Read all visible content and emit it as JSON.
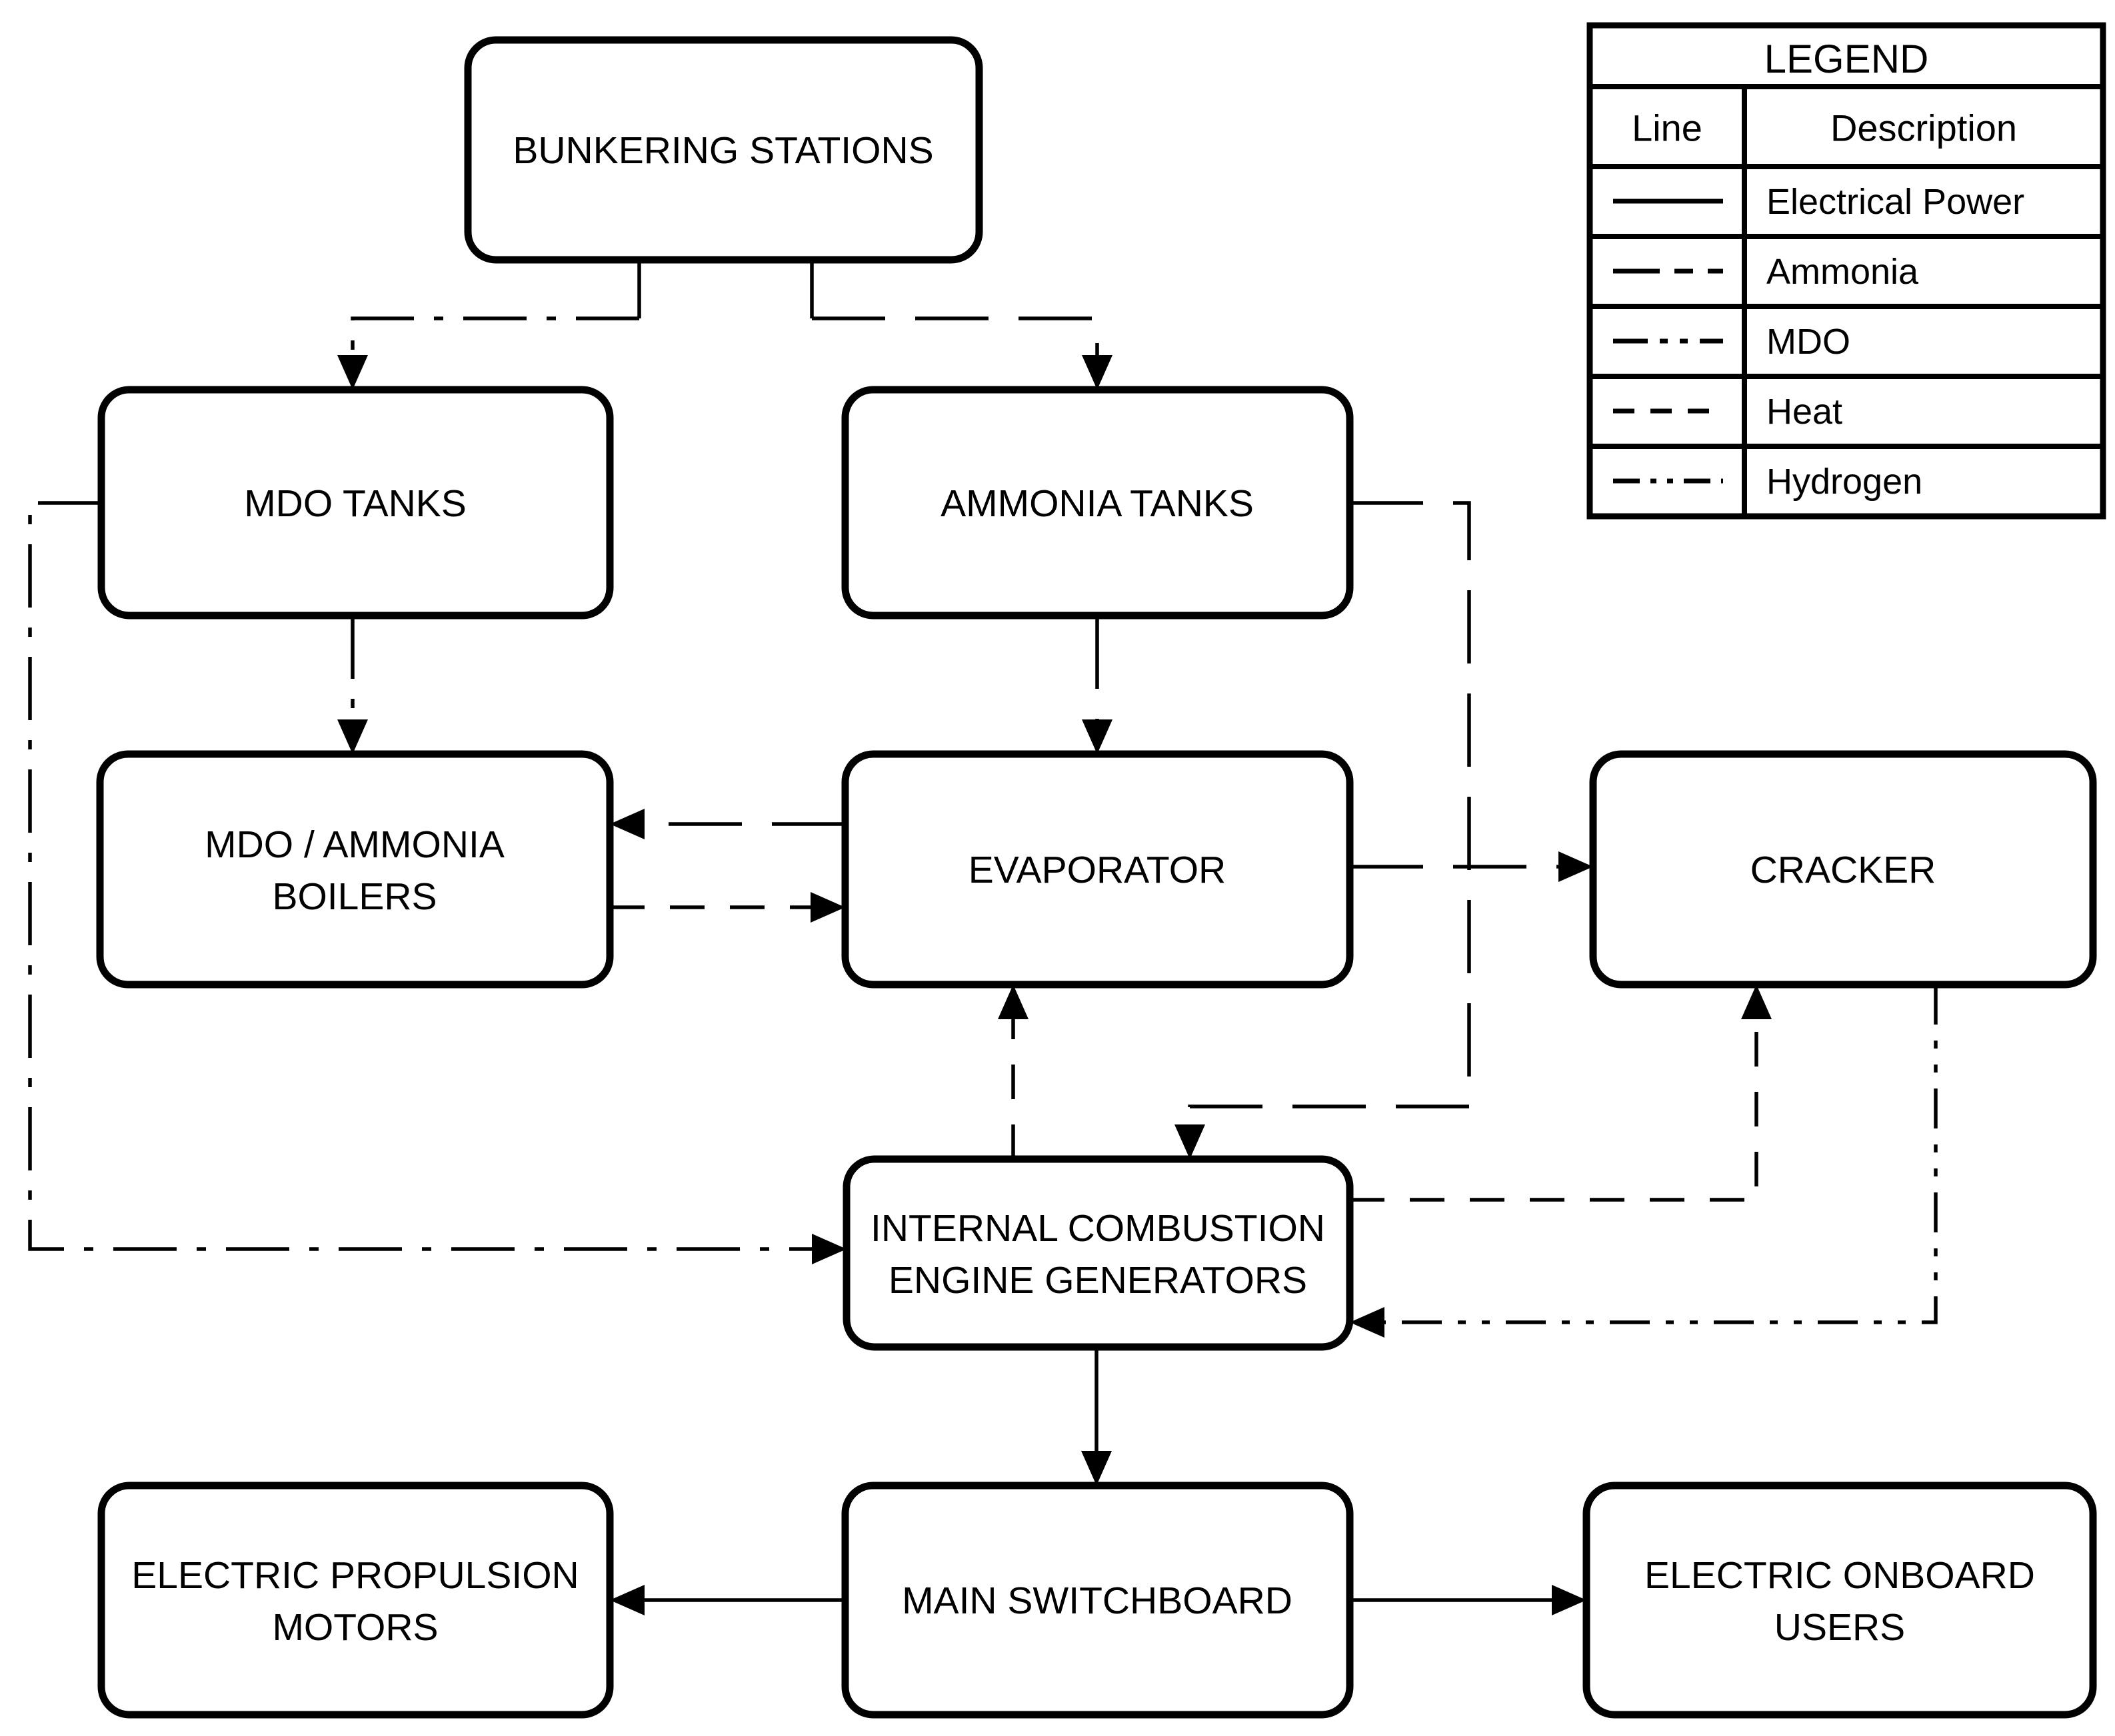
{
  "page": {
    "background": "#ffffff",
    "ink": "#000000"
  },
  "diagram": {
    "nodes": {
      "bunkering_stations": {
        "lines": [
          "BUNKERING STATIONS"
        ]
      },
      "mdo_tanks": {
        "lines": [
          "MDO TANKS"
        ]
      },
      "ammonia_tanks": {
        "lines": [
          "AMMONIA TANKS"
        ]
      },
      "mdo_ammonia_boilers": {
        "lines": [
          "MDO / AMMONIA",
          "BOILERS"
        ]
      },
      "evaporator": {
        "lines": [
          "EVAPORATOR"
        ]
      },
      "cracker": {
        "lines": [
          "CRACKER"
        ]
      },
      "ice_generators": {
        "lines": [
          "INTERNAL COMBUSTION",
          "ENGINE GENERATORS"
        ]
      },
      "electric_propulsion_motors": {
        "lines": [
          "ELECTRIC PROPULSION",
          "MOTORS"
        ]
      },
      "main_switchboard": {
        "lines": [
          "MAIN SWITCHBOARD"
        ]
      },
      "electric_onboard_users": {
        "lines": [
          "ELECTRIC ONBOARD",
          "USERS"
        ]
      }
    },
    "legend": {
      "title": "LEGEND",
      "columns": {
        "line": "Line",
        "description": "Description"
      },
      "entries": [
        {
          "line_style": "solid",
          "description": "Electrical Power"
        },
        {
          "line_style": "long-dash",
          "description": "Ammonia"
        },
        {
          "line_style": "dash-dot",
          "description": "MDO"
        },
        {
          "line_style": "dash",
          "description": "Heat"
        },
        {
          "line_style": "dash-dot-dot",
          "description": "Hydrogen"
        }
      ]
    }
  }
}
